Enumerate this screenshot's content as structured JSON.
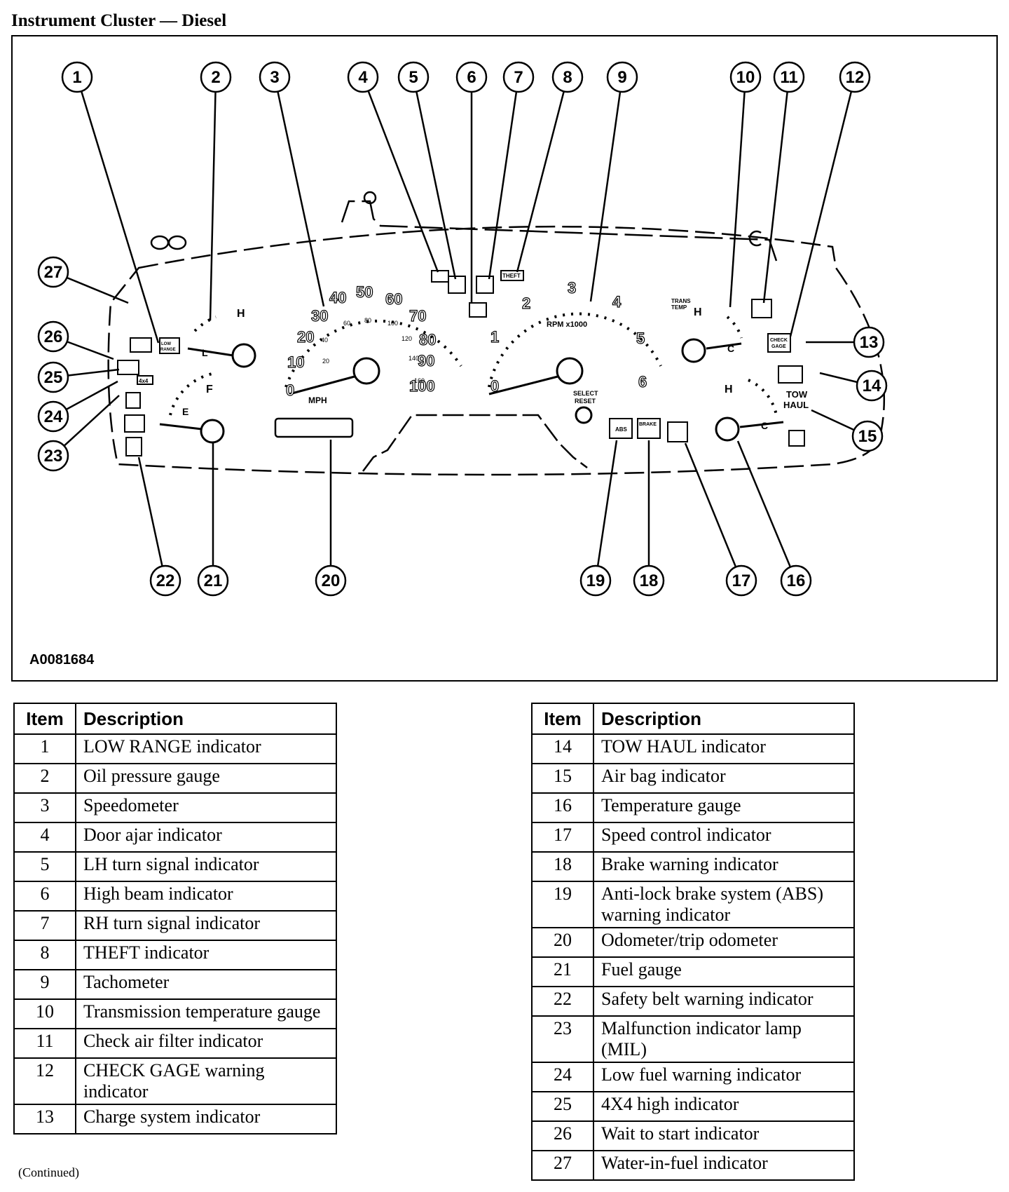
{
  "page_title": "Instrument Cluster — Diesel",
  "figure_id": "A0081684",
  "callout_numbers": [
    "1",
    "2",
    "3",
    "4",
    "5",
    "6",
    "7",
    "8",
    "9",
    "10",
    "11",
    "12",
    "13",
    "14",
    "15",
    "16",
    "17",
    "18",
    "19",
    "20",
    "21",
    "22",
    "23",
    "24",
    "25",
    "26",
    "27"
  ],
  "gauge_labels": {
    "mph": "MPH",
    "rpm": "RPM x1000",
    "select_reset": [
      "SELECT",
      "RESET"
    ],
    "low_range": [
      "LOW",
      "RANGE"
    ],
    "theft": "THEFT",
    "check_gage": [
      "CHECK",
      "GAGE"
    ],
    "tow_haul": [
      "TOW",
      "HAUL"
    ],
    "brake": "BRAKE",
    "abs": "ABS",
    "four_x_four": "4x4",
    "trans_temp": [
      "TRANS",
      "TEMP"
    ],
    "fuel_f": "F",
    "fuel_e": "E",
    "h": "H",
    "c": "C",
    "l": "L",
    "speed_major": [
      "0",
      "10",
      "20",
      "30",
      "40",
      "50",
      "60",
      "70",
      "80",
      "90",
      "100"
    ],
    "speed_minor": [
      "20",
      "40",
      "60",
      "80",
      "100",
      "120",
      "140",
      "160"
    ],
    "rpm_marks": [
      "0",
      "1",
      "2",
      "3",
      "4",
      "5",
      "6"
    ]
  },
  "table_headers": {
    "item": "Item",
    "description": "Description"
  },
  "table_left": [
    {
      "item": "1",
      "desc": "LOW RANGE indicator"
    },
    {
      "item": "2",
      "desc": "Oil pressure gauge"
    },
    {
      "item": "3",
      "desc": "Speedometer"
    },
    {
      "item": "4",
      "desc": "Door ajar indicator"
    },
    {
      "item": "5",
      "desc": "LH turn signal indicator"
    },
    {
      "item": "6",
      "desc": "High beam indicator"
    },
    {
      "item": "7",
      "desc": "RH turn signal indicator"
    },
    {
      "item": "8",
      "desc": "THEFT indicator"
    },
    {
      "item": "9",
      "desc": "Tachometer"
    },
    {
      "item": "10",
      "desc": "Transmission temperature gauge"
    },
    {
      "item": "11",
      "desc": "Check air filter indicator"
    },
    {
      "item": "12",
      "desc": "CHECK GAGE warning indicator"
    },
    {
      "item": "13",
      "desc": "Charge system indicator"
    }
  ],
  "table_right": [
    {
      "item": "14",
      "desc": "TOW HAUL indicator"
    },
    {
      "item": "15",
      "desc": "Air bag indicator"
    },
    {
      "item": "16",
      "desc": "Temperature gauge"
    },
    {
      "item": "17",
      "desc": "Speed control indicator"
    },
    {
      "item": "18",
      "desc": "Brake warning indicator"
    },
    {
      "item": "19",
      "desc": "Anti-lock brake system (ABS) warning indicator"
    },
    {
      "item": "20",
      "desc": "Odometer/trip odometer"
    },
    {
      "item": "21",
      "desc": "Fuel gauge"
    },
    {
      "item": "22",
      "desc": "Safety belt warning indicator"
    },
    {
      "item": "23",
      "desc": "Malfunction indicator lamp (MIL)"
    },
    {
      "item": "24",
      "desc": "Low fuel warning indicator"
    },
    {
      "item": "25",
      "desc": "4X4 high indicator"
    },
    {
      "item": "26",
      "desc": "Wait to start indicator"
    },
    {
      "item": "27",
      "desc": "Water-in-fuel indicator"
    }
  ],
  "continued_note": "(Continued)"
}
